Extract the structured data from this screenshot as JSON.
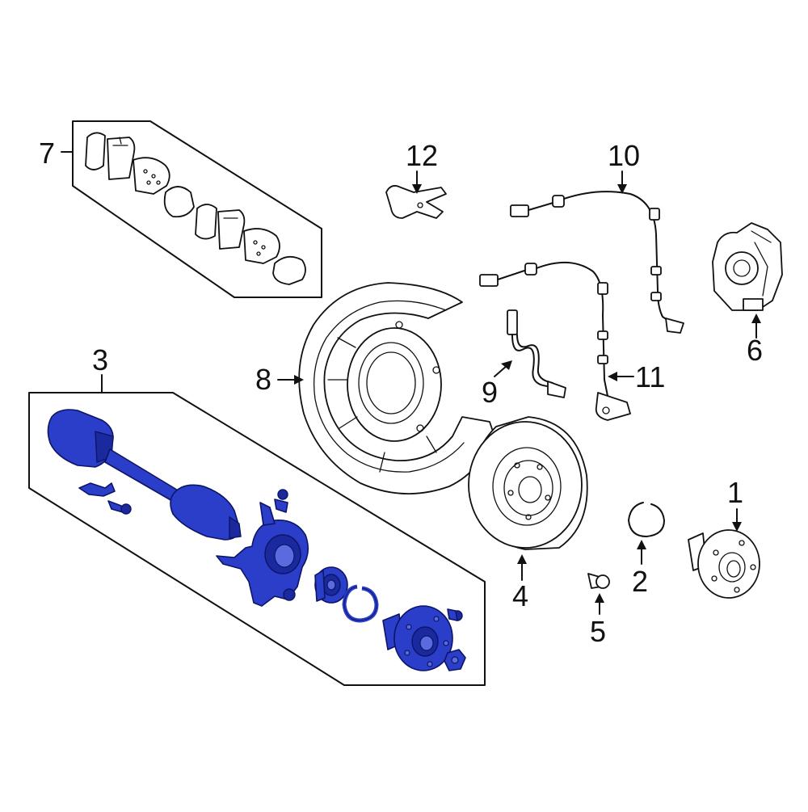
{
  "diagram": {
    "highlight_color": "#2b3ec9",
    "line_color": "#111111",
    "callouts": [
      {
        "id": "1",
        "text": "1"
      },
      {
        "id": "2",
        "text": "2"
      },
      {
        "id": "3",
        "text": "3"
      },
      {
        "id": "4",
        "text": "4"
      },
      {
        "id": "5",
        "text": "5"
      },
      {
        "id": "6",
        "text": "6"
      },
      {
        "id": "7",
        "text": "7"
      },
      {
        "id": "8",
        "text": "8"
      },
      {
        "id": "9",
        "text": "9"
      },
      {
        "id": "10",
        "text": "10"
      },
      {
        "id": "11",
        "text": "11"
      },
      {
        "id": "12",
        "text": "12"
      }
    ]
  }
}
